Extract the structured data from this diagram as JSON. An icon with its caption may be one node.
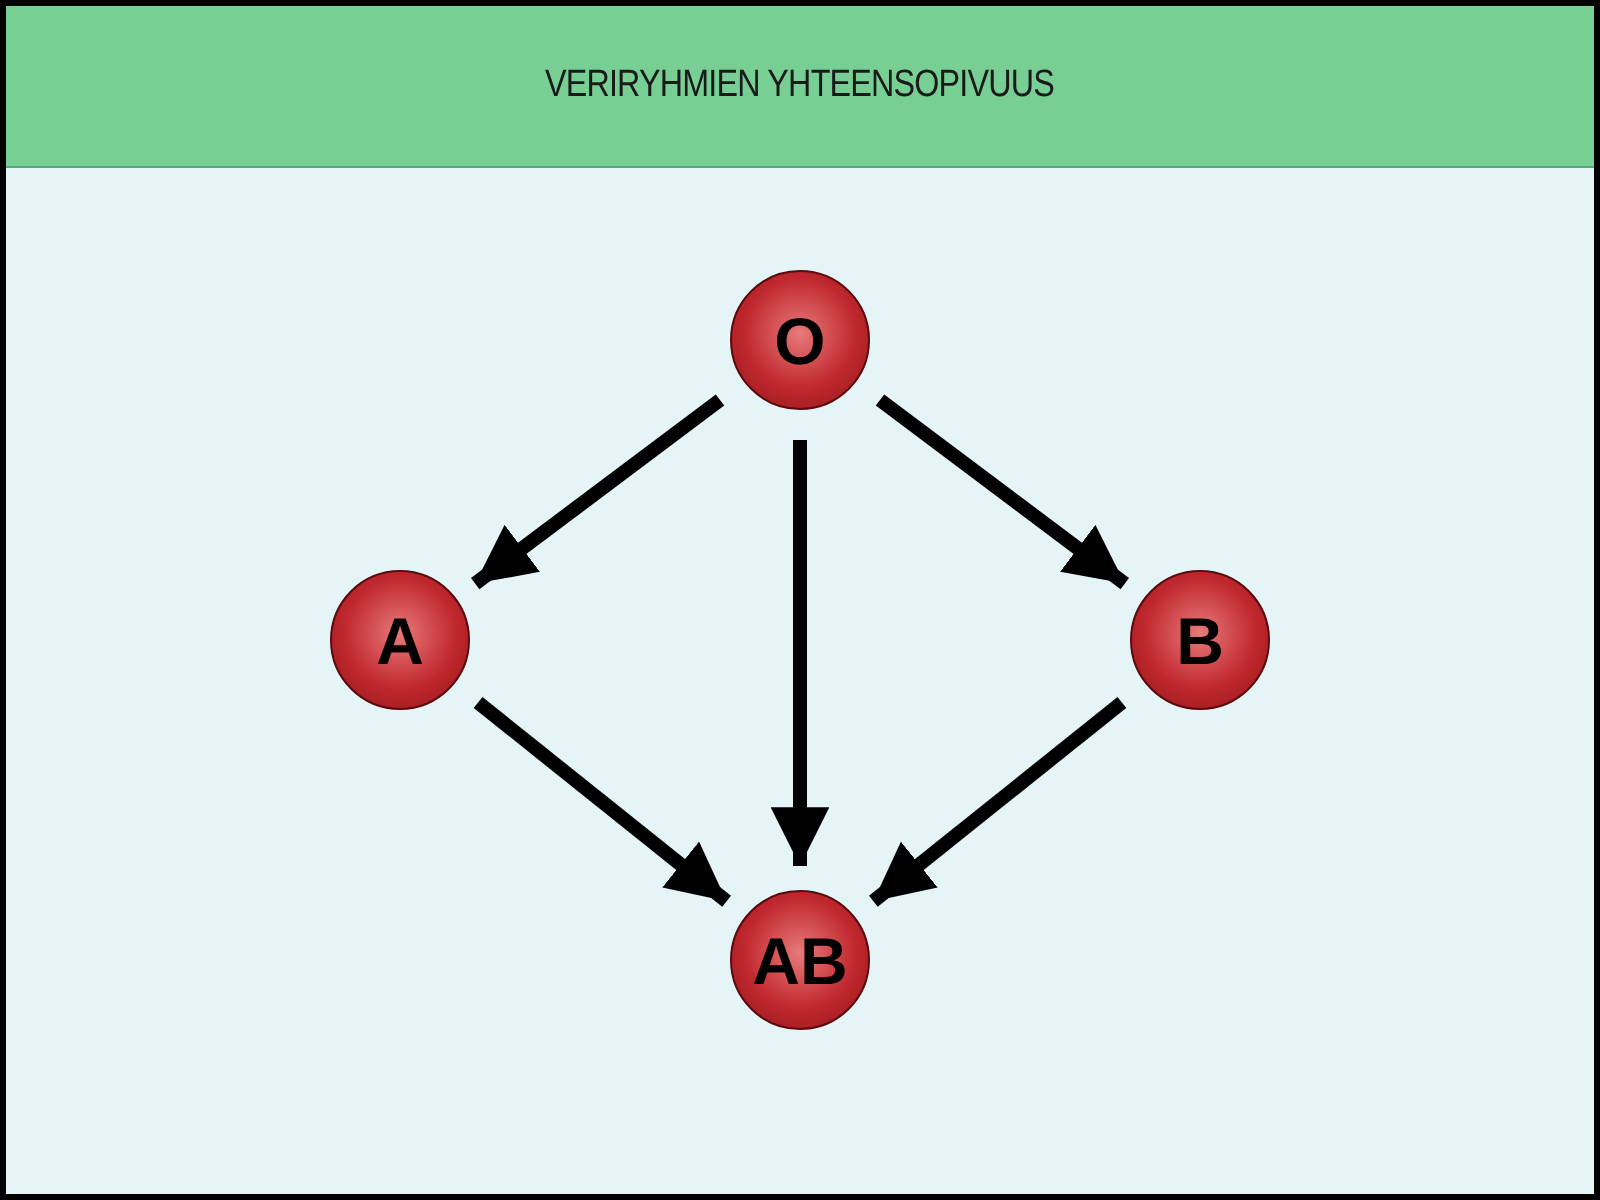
{
  "diagram": {
    "title": "VERIRYHMIEN YHTEENSOPIVUUS",
    "nodes": [
      {
        "text": [
          "O"
        ]
      },
      {
        "text": [
          "A"
        ]
      },
      {
        "text": [
          "B"
        ]
      },
      {
        "text": [
          "AB"
        ]
      }
    ],
    "edges": [
      {
        "from": 0,
        "to": 1,
        "arrow": "to"
      },
      {
        "from": 0,
        "to": 3,
        "arrow": "to"
      },
      {
        "from": 0,
        "to": 2,
        "arrow": "to"
      },
      {
        "from": 1,
        "to": 3,
        "arrow": "to"
      },
      {
        "from": 2,
        "to": 3,
        "arrow": "to"
      }
    ]
  }
}
